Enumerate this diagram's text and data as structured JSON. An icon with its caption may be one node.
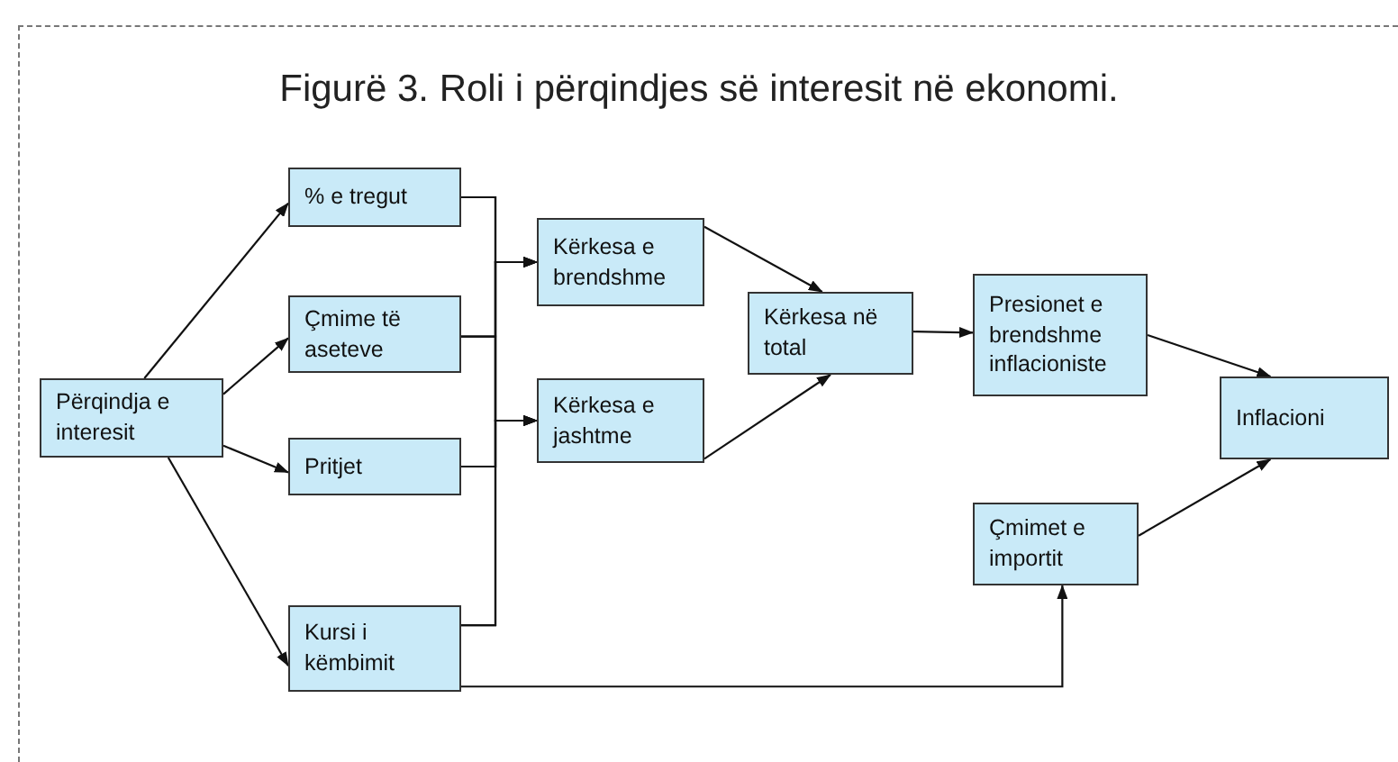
{
  "diagram": {
    "title": "Figurë 3. Roli i përqindjes së interesit në ekonomi.",
    "nodes": [
      {
        "text": [
          "Përqindja e interesit"
        ]
      },
      {
        "text": [
          "% e tregut"
        ]
      },
      {
        "text": [
          "Çmime të aseteve"
        ]
      },
      {
        "text": [
          "Pritjet"
        ]
      },
      {
        "text": [
          "Kursi i këmbimit"
        ]
      },
      {
        "text": [
          "Kërkesa e brendshme"
        ]
      },
      {
        "text": [
          "Kërkesa e jashtme"
        ]
      },
      {
        "text": [
          "Kërkesa në total"
        ]
      },
      {
        "text": [
          "Presionet e brendshme inflacioniste"
        ]
      },
      {
        "text": [
          "Inflacioni"
        ]
      },
      {
        "text": [
          "Çmimet e importit"
        ]
      }
    ],
    "edges": [
      {
        "from": 0,
        "to": 1,
        "arrow": "to"
      },
      {
        "from": 0,
        "to": 2,
        "arrow": "to"
      },
      {
        "from": 0,
        "to": 3,
        "arrow": "to"
      },
      {
        "from": 0,
        "to": 4,
        "arrow": "to"
      },
      {
        "from": 1,
        "to": 5,
        "arrow": "to"
      },
      {
        "from": 2,
        "to": 5,
        "arrow": "to"
      },
      {
        "from": 3,
        "to": 5,
        "arrow": "to"
      },
      {
        "from": 4,
        "to": 5,
        "arrow": "to"
      },
      {
        "from": 1,
        "to": 6,
        "arrow": "to"
      },
      {
        "from": 2,
        "to": 6,
        "arrow": "to"
      },
      {
        "from": 3,
        "to": 6,
        "arrow": "to"
      },
      {
        "from": 4,
        "to": 6,
        "arrow": "to"
      },
      {
        "from": 5,
        "to": 7,
        "arrow": "to"
      },
      {
        "from": 6,
        "to": 7,
        "arrow": "to"
      },
      {
        "from": 7,
        "to": 8,
        "arrow": "to"
      },
      {
        "from": 8,
        "to": 9,
        "arrow": "to"
      },
      {
        "from": 10,
        "to": 9,
        "arrow": "to"
      },
      {
        "from": 4,
        "to": 10,
        "arrow": "to"
      }
    ]
  }
}
